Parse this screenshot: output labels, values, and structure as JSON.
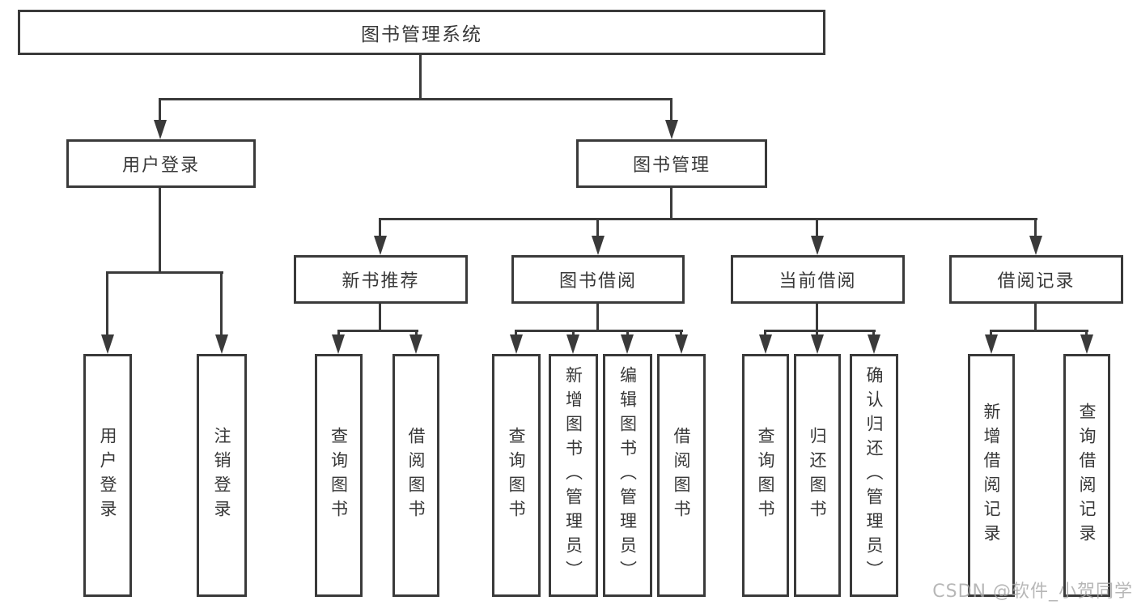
{
  "diagram": {
    "root_label": "图书管理系统",
    "user_login": {
      "label": "用户登录",
      "children": [
        "用户登录",
        "注销登录"
      ]
    },
    "book_mgmt": {
      "label": "图书管理",
      "groups": [
        {
          "label": "新书推荐",
          "children": [
            "查询图书",
            "借阅图书"
          ]
        },
        {
          "label": "图书借阅",
          "children": [
            "查询图书",
            "新增图书（管理员）",
            "编辑图书（管理员）",
            "借阅图书"
          ]
        },
        {
          "label": "当前借阅",
          "children": [
            "查询图书",
            "归还图书",
            "确认归还（管理员）"
          ]
        },
        {
          "label": "借阅记录",
          "children": [
            "新增借阅记录",
            "查询借阅记录"
          ]
        }
      ]
    },
    "colors": {
      "line": "#3a3a3a",
      "watermark": "#a6a6a6"
    },
    "watermark": "CSDN @软件_小贺同学"
  }
}
